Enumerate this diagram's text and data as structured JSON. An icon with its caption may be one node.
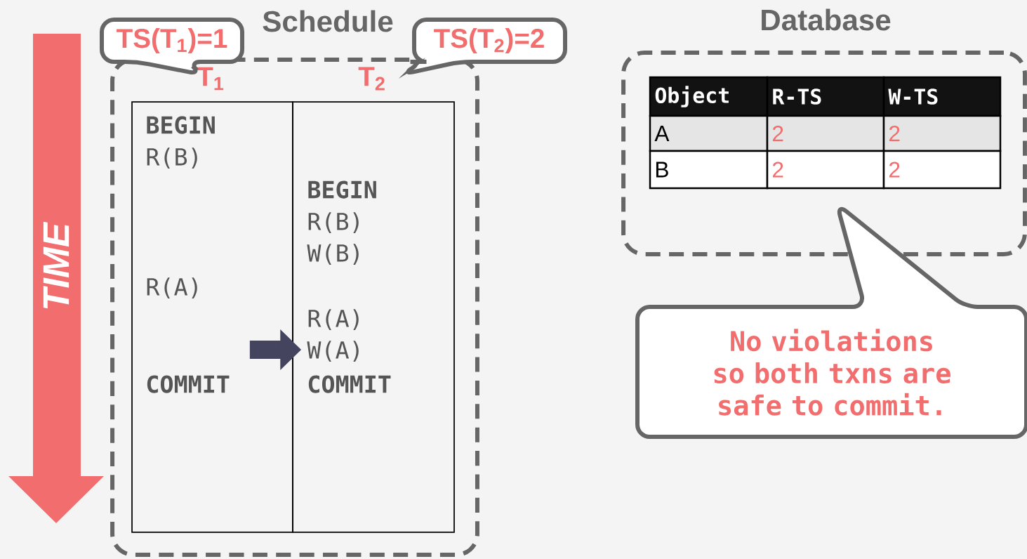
{
  "diagram": {
    "nodes": [
      {
        "text": [
          "Schedule"
        ]
      },
      {
        "text": [
          "TS(T$_{1}$)=1"
        ]
      },
      {
        "text": [
          "TS(T$_{2}$)=2"
        ]
      },
      {
        "text": [
          "T$_{1}$"
        ],
        "in": 0
      },
      {
        "text": [
          "T$_{2}$"
        ],
        "in": 0
      },
      {
        "text": [
          "Database"
        ]
      },
      {
        "text": [
          "No violations so both txns are safe to commit."
        ]
      }
    ],
    "edges": [
      {
        "from": 3,
        "to": 4,
        "arrow": "to"
      }
    ],
    "labels": [
      "TIME",
      "BEGIN",
      "R(B)",
      "R(A)",
      "COMMIT",
      "BEGIN",
      "R(B)",
      "W(B)",
      "R(A)",
      "W(A)",
      "COMMIT",
      "Object",
      "R-TS",
      "W-TS",
      "A",
      "2",
      "2",
      "B",
      "2",
      "2"
    ]
  }
}
